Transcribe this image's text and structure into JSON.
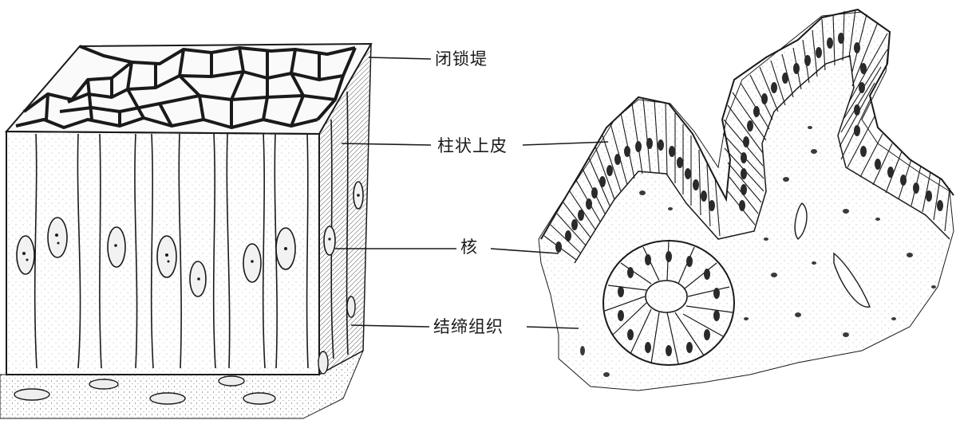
{
  "diagram": {
    "labels": [
      {
        "id": "tight-junction",
        "text": "闭锁堤"
      },
      {
        "id": "columnar-epithelium",
        "text": "柱状上皮"
      },
      {
        "id": "nucleus",
        "text": "核"
      },
      {
        "id": "connective-tissue",
        "text": "结缔组织"
      }
    ],
    "colors": {
      "ink": "#1a1a1a",
      "paper": "#ffffff"
    }
  }
}
